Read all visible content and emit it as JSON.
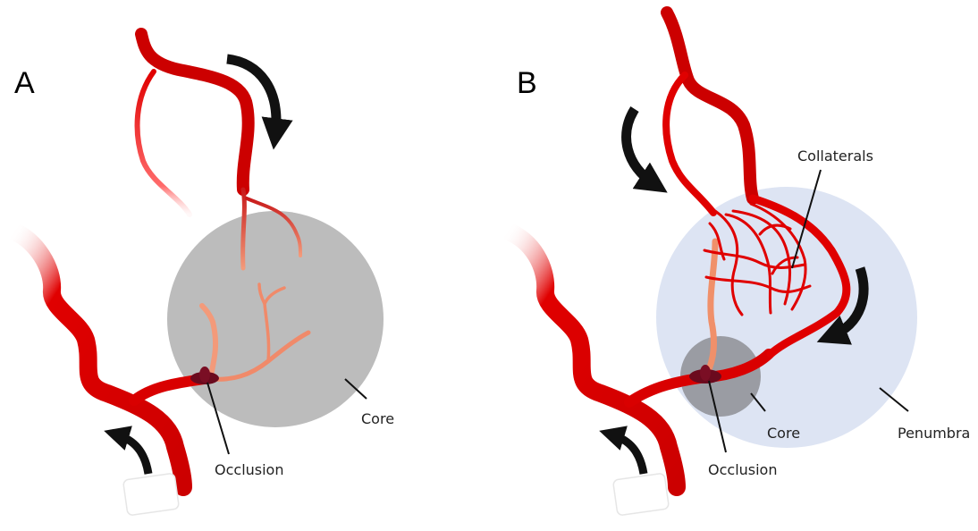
{
  "panel_a": {
    "letter": "A",
    "labels": {
      "core": "Core",
      "occlusion": "Occlusion"
    }
  },
  "panel_b": {
    "letter": "B",
    "labels": {
      "collaterals": "Collaterals",
      "core": "Core",
      "occlusion": "Occlusion",
      "penumbra": "Penumbra"
    }
  },
  "colors": {
    "vessel": "#e00000",
    "vessel_dark": "#b00000",
    "occlusion": "#6b0a1e",
    "core": "#a8a8a8",
    "core_b": "#8f8f96",
    "penumbra": "#d9e1f2",
    "arrow": "#111111"
  }
}
